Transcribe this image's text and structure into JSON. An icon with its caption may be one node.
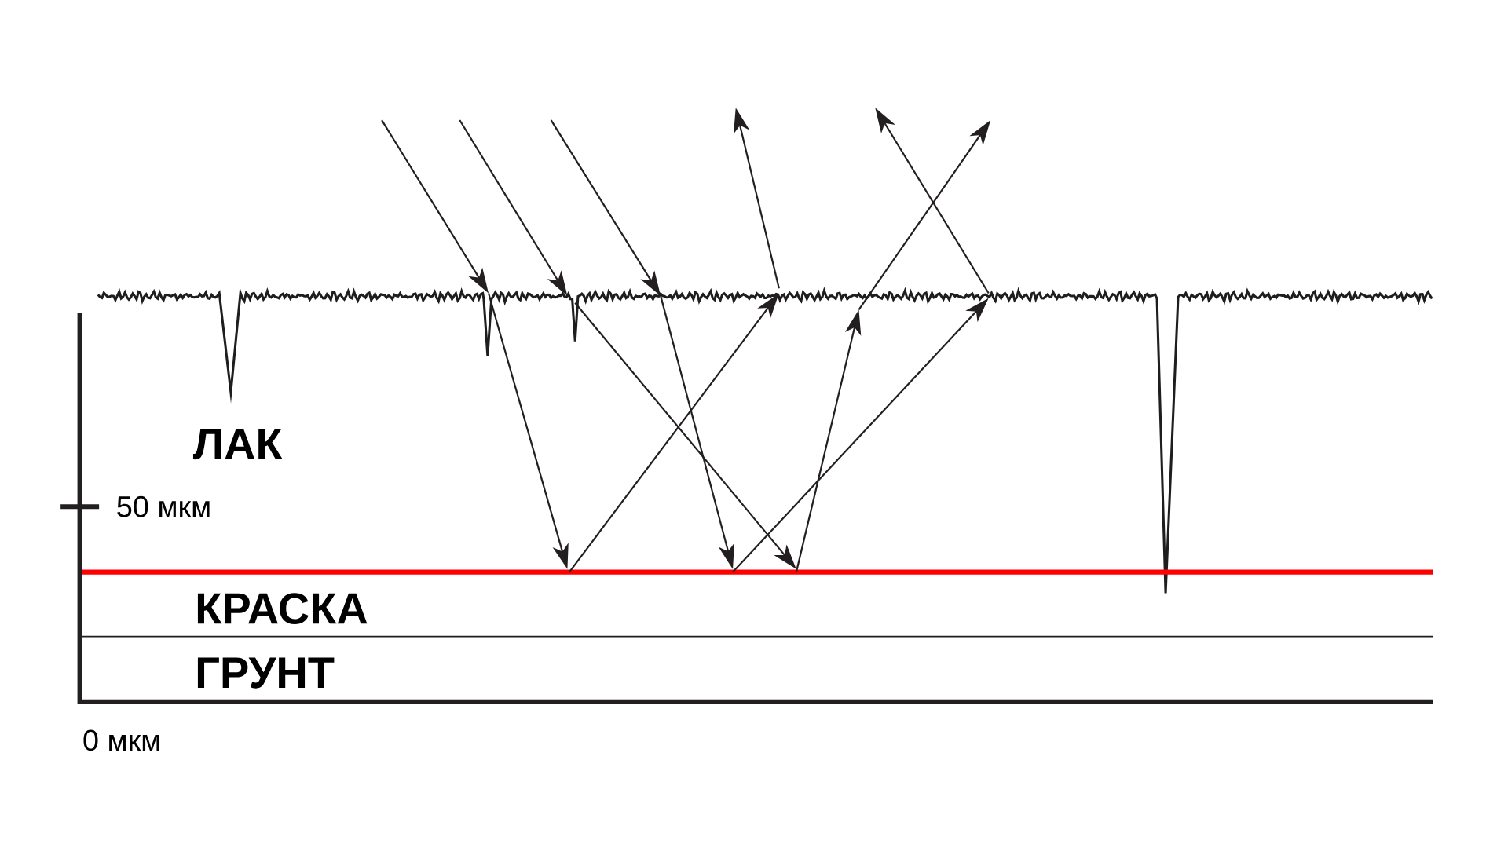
{
  "diagram": {
    "labels": [
      "ЛАК",
      "50 мкм",
      "КРАСКА",
      "ГРУНТ",
      "0 мкм"
    ]
  }
}
